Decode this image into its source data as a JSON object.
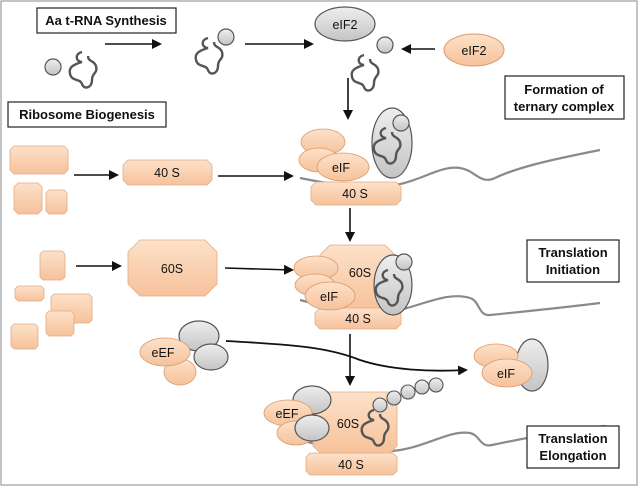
{
  "labels": {
    "aa_trna": "Aa t-RNA Synthesis",
    "ribosome_biogenesis": "Ribosome Biogenesis",
    "formation_line1": "Formation of",
    "formation_line2": "ternary complex",
    "initiation_line1": "Translation",
    "initiation_line2": "Initiation",
    "elongation_line1": "Translation",
    "elongation_line2": "Elongation"
  },
  "molecules": {
    "eif2_top": "eIF2",
    "eif2_right": "eIF2",
    "subunit_40s_mid": "40 S",
    "eif_mid": "eIF",
    "subunit_40s_complex1": "40 S",
    "subunit_60s_mid": "60S",
    "subunit_60s_init": "60S",
    "eif_init": "eIF",
    "subunit_40s_init": "40 S",
    "eef_free": "eEF",
    "eif_released": "eIF",
    "eef_elong": "eEF",
    "subunit_60s_elong": "60S",
    "subunit_40s_elong": "40 S"
  },
  "colors": {
    "peach": "#f9ceac",
    "peach_edge": "#d99a6c",
    "grey_fill": "#dcdcdc",
    "grey_edge": "#555555",
    "mrna": "#8a8a8a",
    "arrow": "#111111"
  }
}
